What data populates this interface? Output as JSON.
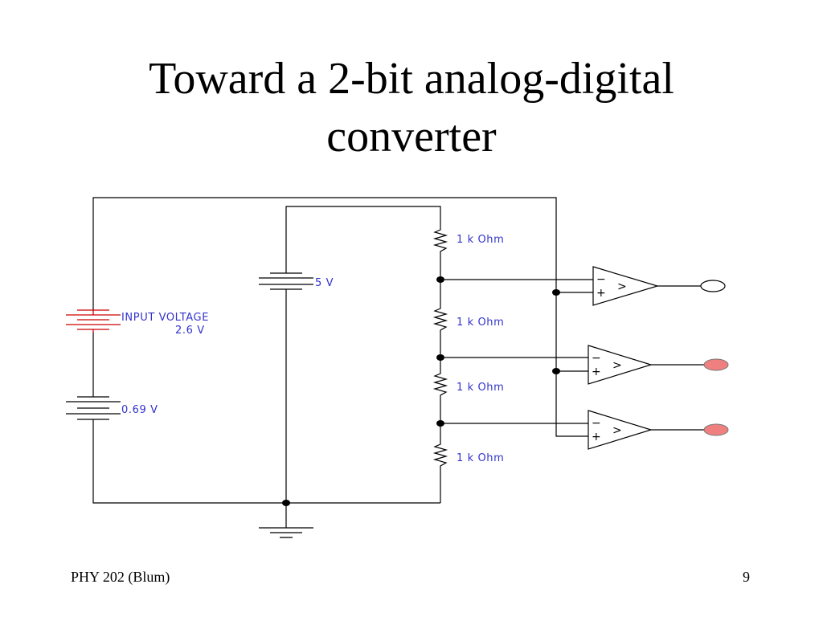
{
  "slide": {
    "title_line1": "Toward a 2-bit analog-digital",
    "title_line2": "converter",
    "footer_left": "PHY 202 (Blum)",
    "page_number": "9"
  },
  "circuit": {
    "supply_label": "5 V",
    "input_label_line1": "INPUT VOLTAGE",
    "input_label_line2": "2.6 V",
    "bias_label": "0.69 V",
    "resistor_labels": [
      "1 k Ohm",
      "1 k Ohm",
      "1 k Ohm",
      "1 k Ohm"
    ],
    "opamp_minus": "−",
    "opamp_plus": "+",
    "opamp_arrow": ">",
    "outputs": [
      {
        "state": "off",
        "color": "#ffffff"
      },
      {
        "state": "on",
        "color": "#f08080"
      },
      {
        "state": "on",
        "color": "#f08080"
      }
    ]
  },
  "colors": {
    "wire": "#000000",
    "label": "#3333cc",
    "input_source": "#cc0000",
    "led_on": "#f08080"
  }
}
